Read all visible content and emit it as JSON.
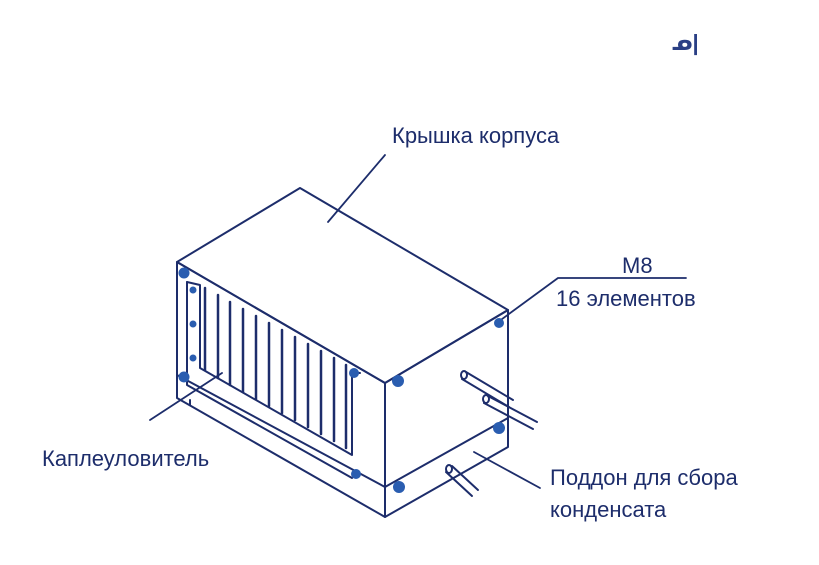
{
  "labels": {
    "cover": "Крышка корпуса",
    "bolt_size": "M8",
    "bolt_count": "16 элементов",
    "droplet_separator": "Каплеуловитель",
    "tray_line1": "Поддон для сбора",
    "tray_line2": "конденсата"
  },
  "corner_mark": "ᓄ|",
  "colors": {
    "line": "#1d2d6b",
    "bolt": "#2a5db0",
    "text": "#1d2d6b",
    "background": "#ffffff"
  }
}
